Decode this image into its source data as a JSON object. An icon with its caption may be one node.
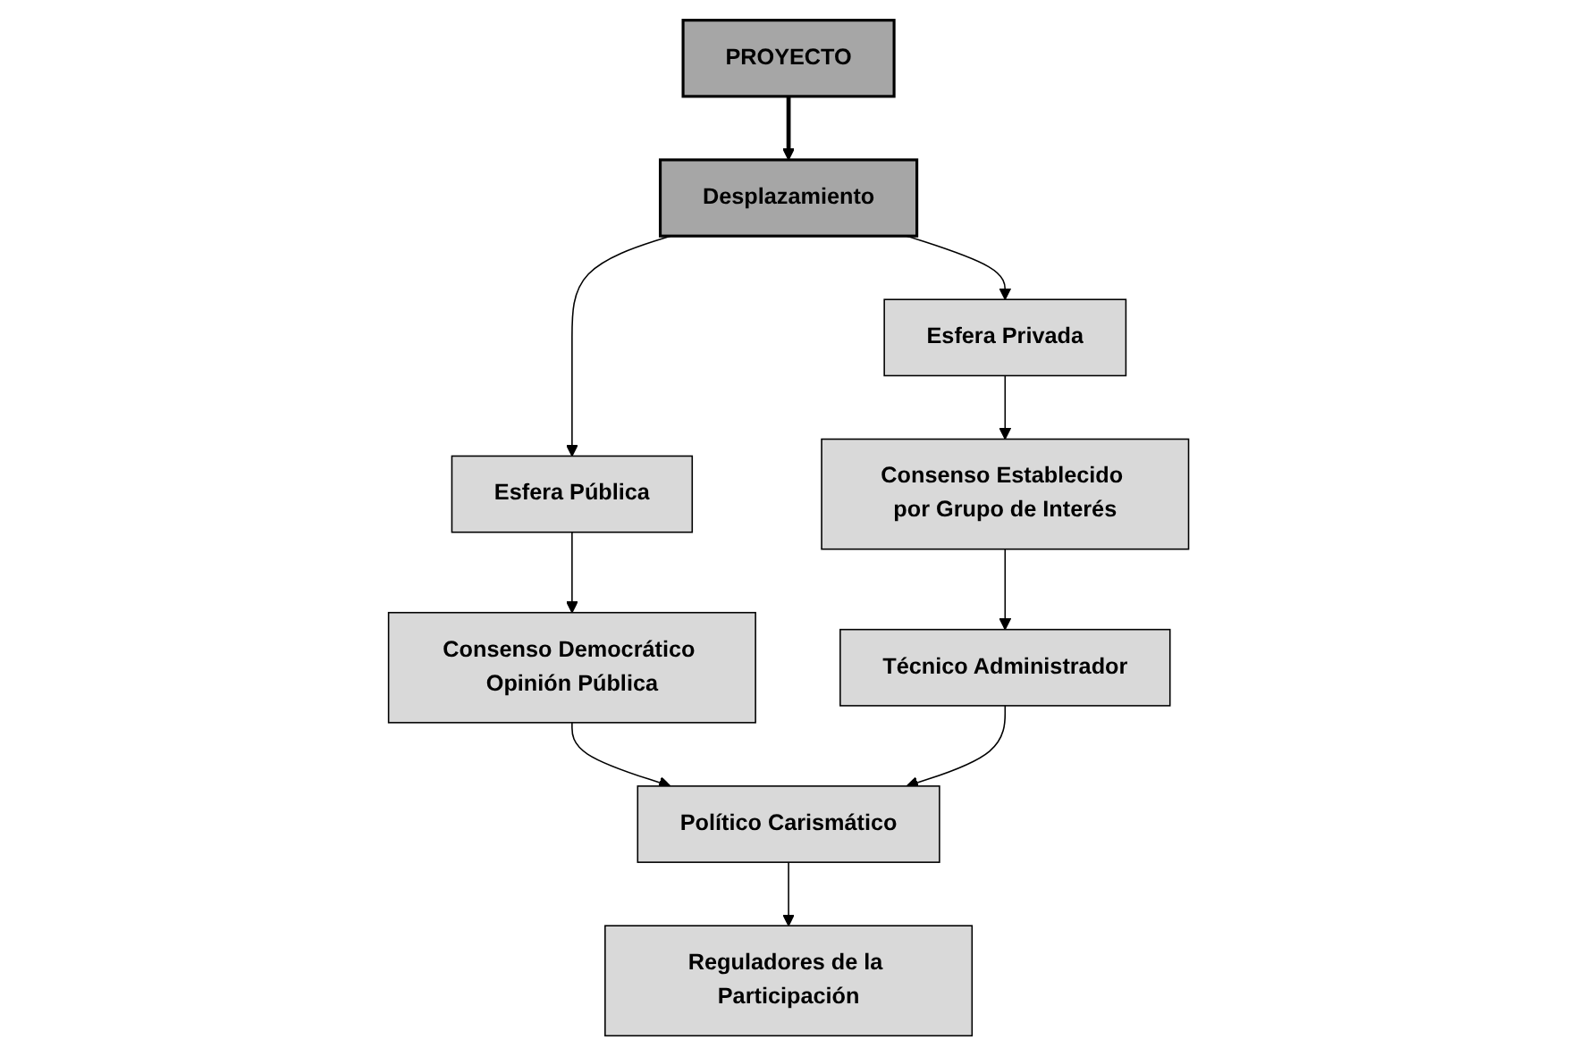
{
  "diagram": {
    "nodes": [
      {
        "text": [
          "PROYECTO"
        ]
      },
      {
        "text": [
          "Desplazamiento"
        ]
      },
      {
        "text": [
          "Esfera Privada"
        ]
      },
      {
        "text": [
          "Esfera Pública"
        ]
      },
      {
        "text": [
          "Consenso Establecido por Grupo de Interés"
        ]
      },
      {
        "text": [
          "Consenso Democrático Opinión Pública"
        ]
      },
      {
        "text": [
          "Técnico Administrador"
        ]
      },
      {
        "text": [
          "Político Carismático"
        ]
      },
      {
        "text": [
          "Reguladores de la Participación"
        ]
      }
    ],
    "edges": [
      {
        "from": 0,
        "to": 1,
        "arrow": "to",
        "style": "thick"
      },
      {
        "from": 1,
        "to": 2,
        "arrow": "to"
      },
      {
        "from": 1,
        "to": 3,
        "arrow": "to"
      },
      {
        "from": 2,
        "to": 4,
        "arrow": "to"
      },
      {
        "from": 3,
        "to": 5,
        "arrow": "to"
      },
      {
        "from": 4,
        "to": 6,
        "arrow": "to"
      },
      {
        "from": 5,
        "to": 7,
        "arrow": "to"
      },
      {
        "from": 6,
        "to": 7,
        "arrow": "to"
      },
      {
        "from": 7,
        "to": 8,
        "arrow": "to"
      }
    ]
  }
}
